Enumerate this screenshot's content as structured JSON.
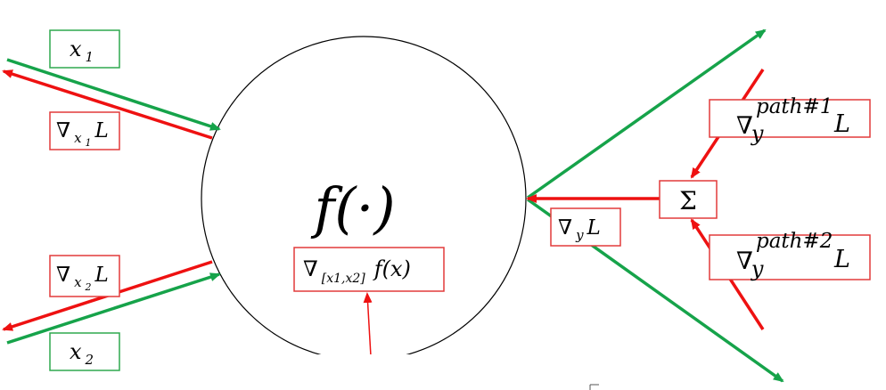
{
  "node": {
    "function_label": "f(·)",
    "jacobian": {
      "nabla": "∇",
      "subscript": "[x1,x2]",
      "body": "f(x)"
    }
  },
  "inputs": {
    "x1": {
      "base": "x",
      "sub": "1"
    },
    "x2": {
      "base": "x",
      "sub": "2"
    },
    "grad_x1": {
      "nabla": "∇",
      "sub_base": "x",
      "sub_index": "1",
      "loss": "L"
    },
    "grad_x2": {
      "nabla": "∇",
      "sub_base": "x",
      "sub_index": "2",
      "loss": "L"
    }
  },
  "outputs": {
    "grad_y": {
      "nabla": "∇",
      "sub": "y",
      "loss": "L"
    },
    "sum_symbol": "Σ",
    "path1": {
      "nabla": "∇",
      "sub": "y",
      "sup": "path#1",
      "loss": "L"
    },
    "path2": {
      "nabla": "∇",
      "sub": "y",
      "sup": "path#2",
      "loss": "L"
    }
  },
  "colors": {
    "forward": "#16a34a",
    "backward": "#ee1111",
    "box_border": "#e23a3a",
    "green_box_border": "#2fa84f"
  }
}
